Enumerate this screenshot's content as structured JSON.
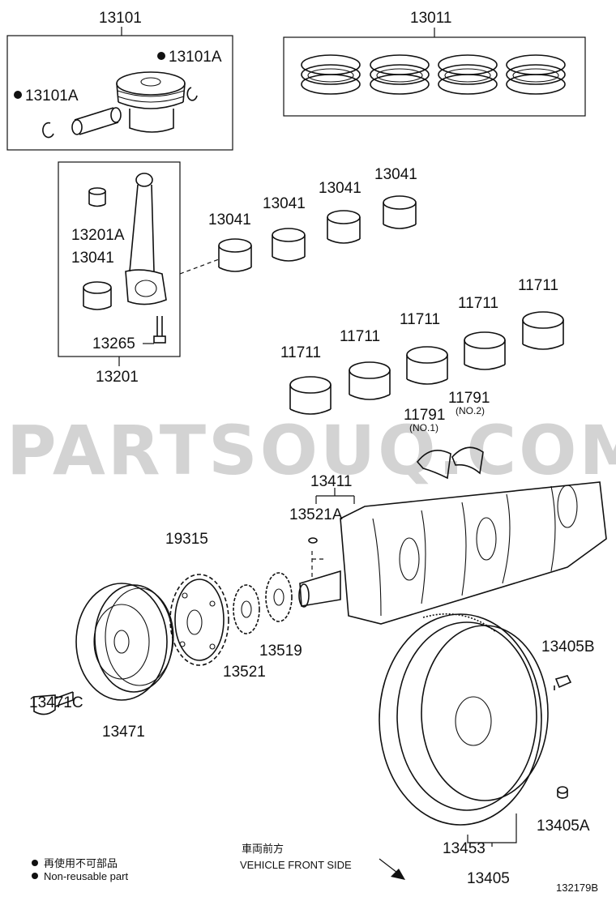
{
  "watermark": "PARTSOUQ.COM",
  "parts": {
    "p13101": "13101",
    "p13101A_right": "13101A",
    "p13101A_left": "13101A",
    "p13011": "13011",
    "p13201A": "13201A",
    "p13041_rod": "13041",
    "p13265": "13265",
    "p13201": "13201",
    "p13041_a": "13041",
    "p13041_b": "13041",
    "p13041_c": "13041",
    "p13041_d": "13041",
    "p11711_a": "11711",
    "p11711_b": "11711",
    "p11711_c": "11711",
    "p11711_d": "11711",
    "p11711_e": "11711",
    "p11791_a": "11791",
    "p11791_b": "11791",
    "p13411": "13411",
    "p13521A": "13521A",
    "p19315": "19315",
    "p13519": "13519",
    "p13521": "13521",
    "p13471C": "13471C",
    "p13471": "13471",
    "p13405B": "13405B",
    "p13405A": "13405A",
    "p13453": "13453",
    "p13405": "13405"
  },
  "qualifiers": {
    "no1": "(NO.1)",
    "no2": "(NO.2)"
  },
  "legend": {
    "line_jp": "再使用不可部品",
    "line_en": "Non-reusable part"
  },
  "direction": {
    "jp": "車両前方",
    "en": "VEHICLE FRONT SIDE"
  },
  "diagram_id": "132179B"
}
